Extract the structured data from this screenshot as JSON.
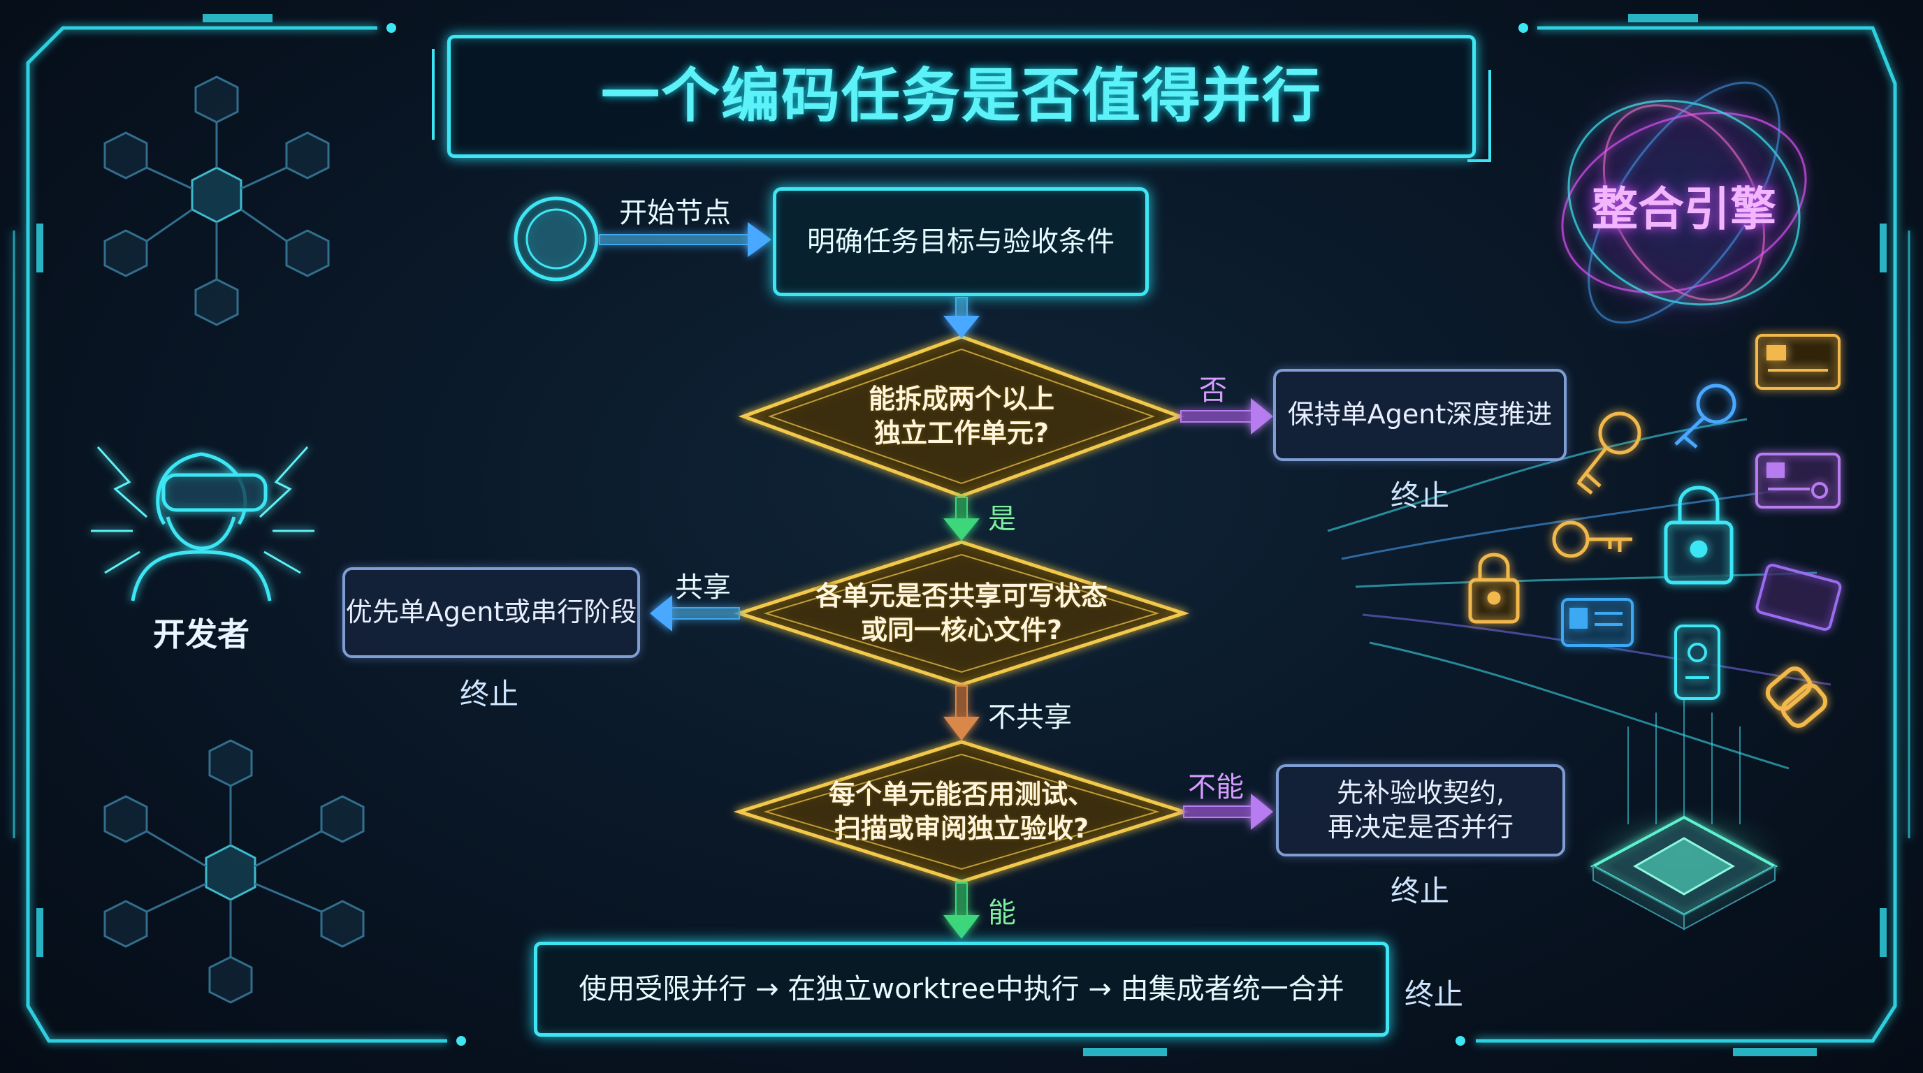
{
  "title": "一个编码任务是否值得并行",
  "start_label": "开始节点",
  "step1": "明确任务目标与验收条件",
  "decision1": {
    "line1": "能拆成两个以上",
    "line2": "独立工作单元?"
  },
  "no_label": "否",
  "single_agent": "保持单Agent深度推进",
  "yes_label": "是",
  "decision2": {
    "line1": "各单元是否共享可写状态",
    "line2": "或同一核心文件?"
  },
  "share_label": "共享",
  "serial_box": "优先单Agent或串行阶段",
  "not_share_label": "不共享",
  "decision3": {
    "line1": "每个单元能否用测试、",
    "line2": "扫描或审阅独立验收?"
  },
  "cannot_label": "不能",
  "contract_box": {
    "line1": "先补验收契约,",
    "line2": "再决定是否并行"
  },
  "can_label": "能",
  "final_box": "使用受限并行 → 在独立worktree中执行 → 由集成者统一合并",
  "end_label": "终止",
  "developer_label": "开发者",
  "engine_label": "整合引擎",
  "colors": {
    "cyan": "#3ee6f4",
    "gold": "#f2c94c",
    "purple": "#b77cf0",
    "green": "#3ed67a",
    "orange": "#d9884a",
    "slate": "#7f9fd4"
  },
  "icons": [
    "developer-vr-headset-icon",
    "cube-network-icon",
    "energy-orb-icon",
    "key-icon",
    "padlock-icon",
    "credit-card-icon",
    "id-card-icon",
    "phone-icon",
    "microchip-icon",
    "chain-link-icon"
  ]
}
